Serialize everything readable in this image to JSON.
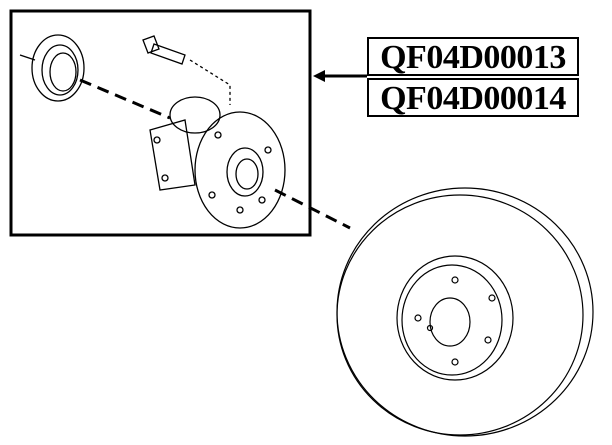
{
  "part_numbers": [
    "QF04D00013",
    "QF04D00014"
  ],
  "colors": {
    "line": "#000000",
    "background": "#ffffff"
  },
  "icons": [
    "wheel-hub-bearing-drawing",
    "hub-bolt-drawing",
    "dust-cover-drawing",
    "brake-disc-drawing",
    "arrow-left-icon"
  ]
}
